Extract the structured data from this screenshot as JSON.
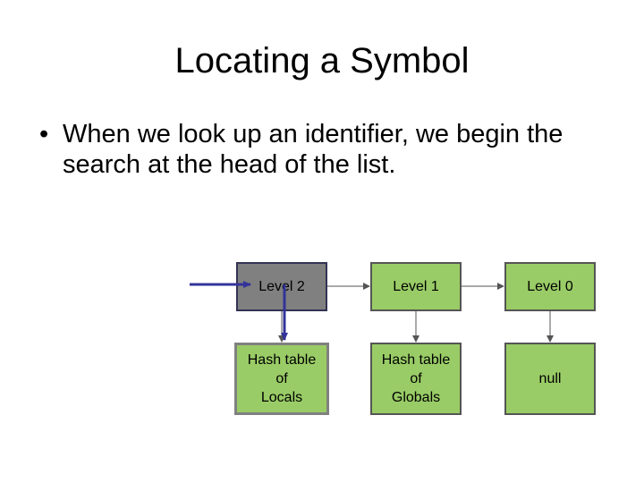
{
  "slide": {
    "title": "Locating a Symbol",
    "bullet": "When we look up an identifier, we begin the search at the head of the list.",
    "bullet_marker": "•"
  },
  "diagram": {
    "levels": [
      {
        "label": "Level 2",
        "color": "#808080"
      },
      {
        "label": "Level 1",
        "color": "#99cc66"
      },
      {
        "label": "Level 0",
        "color": "#99cc66"
      }
    ],
    "tables": [
      {
        "label": "Hash table\nof\nLocals",
        "color": "#99cc66"
      },
      {
        "label": "Hash table\nof\nGlobals",
        "color": "#99cc66"
      },
      {
        "label": "null",
        "color": "#99cc66"
      }
    ],
    "lookup_path_color": "#333399"
  }
}
